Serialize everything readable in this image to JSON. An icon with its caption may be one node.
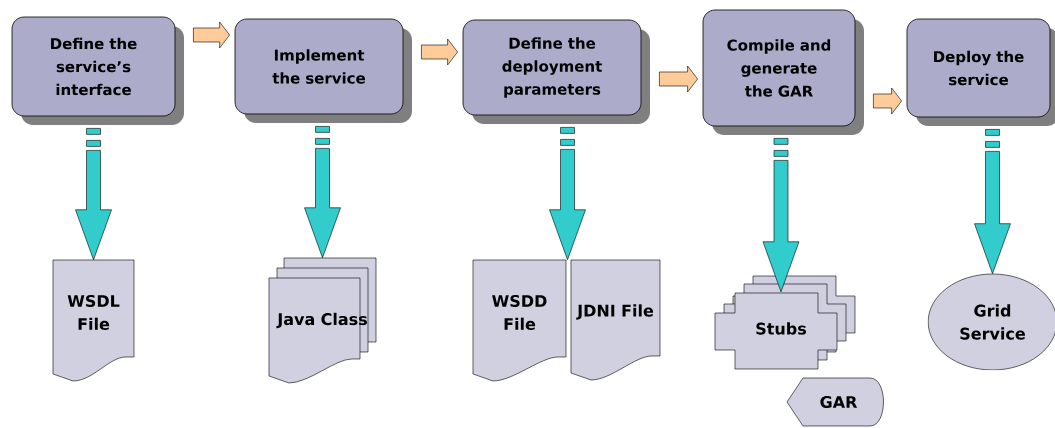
{
  "diagram": {
    "nodes": [
      {
        "text": [
          "Define the service’s interface"
        ]
      },
      {
        "text": [
          "Implement the service"
        ]
      },
      {
        "text": [
          "Define the deployment parameters"
        ]
      },
      {
        "text": [
          "Compile and generate the GAR"
        ]
      },
      {
        "text": [
          "Deploy the service"
        ]
      },
      {
        "text": [
          "WSDL File"
        ]
      },
      {
        "text": [
          "Java Class"
        ]
      },
      {
        "text": [
          "WSDD File"
        ]
      },
      {
        "text": [
          "JDNI File"
        ]
      },
      {
        "text": [
          "Stubs"
        ]
      },
      {
        "text": [
          "GAR"
        ]
      },
      {
        "text": [
          "Grid Service"
        ]
      }
    ],
    "edges": [
      {
        "from": 0,
        "to": 1,
        "arrow": "to",
        "color": "#ffcc99"
      },
      {
        "from": 1,
        "to": 2,
        "arrow": "to",
        "color": "#ffcc99"
      },
      {
        "from": 2,
        "to": 3,
        "arrow": "to",
        "color": "#ffcc99"
      },
      {
        "from": 3,
        "to": 4,
        "arrow": "to",
        "color": "#ffcc99"
      },
      {
        "from": 0,
        "to": 5,
        "arrow": "to"
      },
      {
        "from": 1,
        "to": 6,
        "arrow": "to"
      },
      {
        "from": 2,
        "to": 7,
        "arrow": "to"
      },
      {
        "from": 2,
        "to": 8,
        "arrow": "to"
      },
      {
        "from": 3,
        "to": 9,
        "arrow": "to"
      },
      {
        "from": 4,
        "to": 11,
        "arrow": "to"
      }
    ]
  }
}
